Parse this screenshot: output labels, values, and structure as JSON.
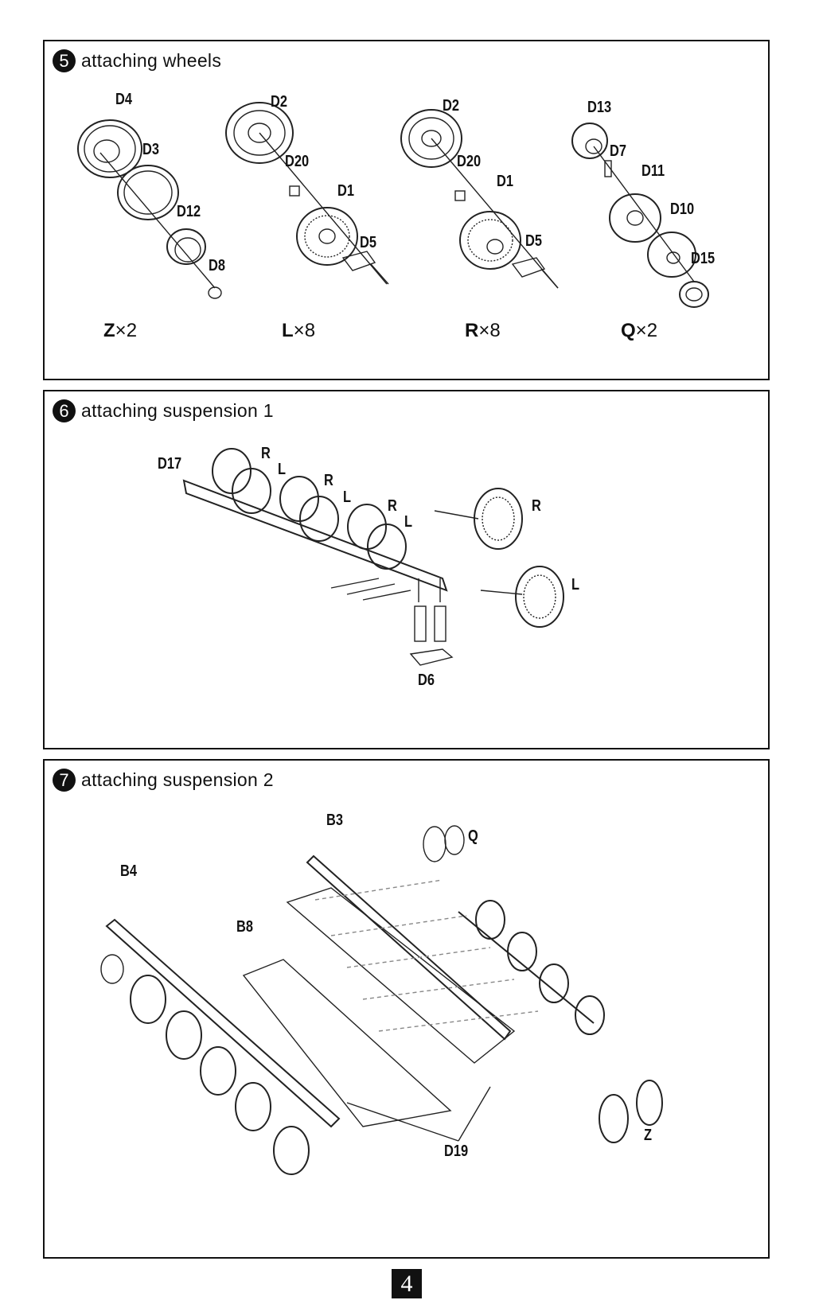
{
  "steps": [
    {
      "number": "5",
      "title": "attaching wheels",
      "assemblies": [
        {
          "code": "Z",
          "qty": "×2",
          "parts": [
            "D4",
            "D3",
            "D12",
            "D8"
          ]
        },
        {
          "code": "L",
          "qty": "×8",
          "parts": [
            "D2",
            "D20",
            "D1",
            "D5"
          ]
        },
        {
          "code": "R",
          "qty": "×8",
          "parts": [
            "D2",
            "D20",
            "D1",
            "D5"
          ]
        },
        {
          "code": "Q",
          "qty": "×2",
          "parts": [
            "D13",
            "D7",
            "D11",
            "D10",
            "D15"
          ]
        }
      ]
    },
    {
      "number": "6",
      "title": "attaching suspension 1",
      "labels": [
        "D17",
        "R",
        "L",
        "R",
        "L",
        "R",
        "L",
        "R",
        "L",
        "D6"
      ]
    },
    {
      "number": "7",
      "title": "attaching suspension 2",
      "labels": [
        "B3",
        "Q",
        "B4",
        "B8",
        "D19",
        "Z"
      ]
    }
  ],
  "page_number": "4"
}
